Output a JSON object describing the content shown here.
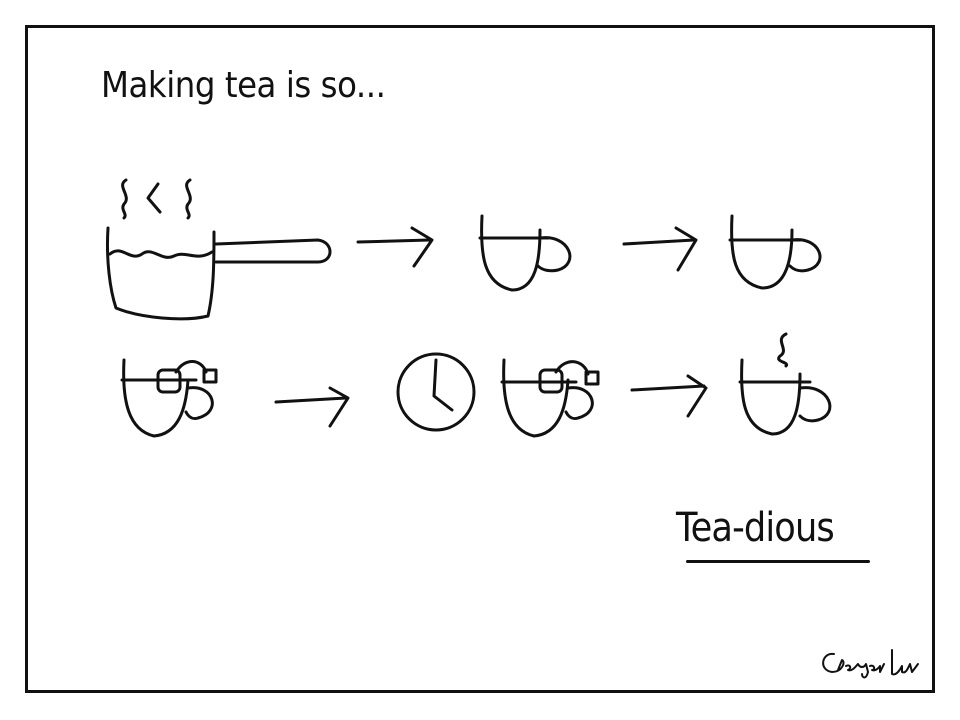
{
  "comic": {
    "title": "Making tea is so...",
    "punchline": "Tea-dious",
    "signature": "George Lu"
  },
  "colors": {
    "ink": "#111111",
    "background": "#ffffff"
  },
  "icons": [
    "saucepan-icon",
    "steam-icon",
    "arrow-icon",
    "cup-icon",
    "teabag-icon",
    "clock-icon"
  ]
}
